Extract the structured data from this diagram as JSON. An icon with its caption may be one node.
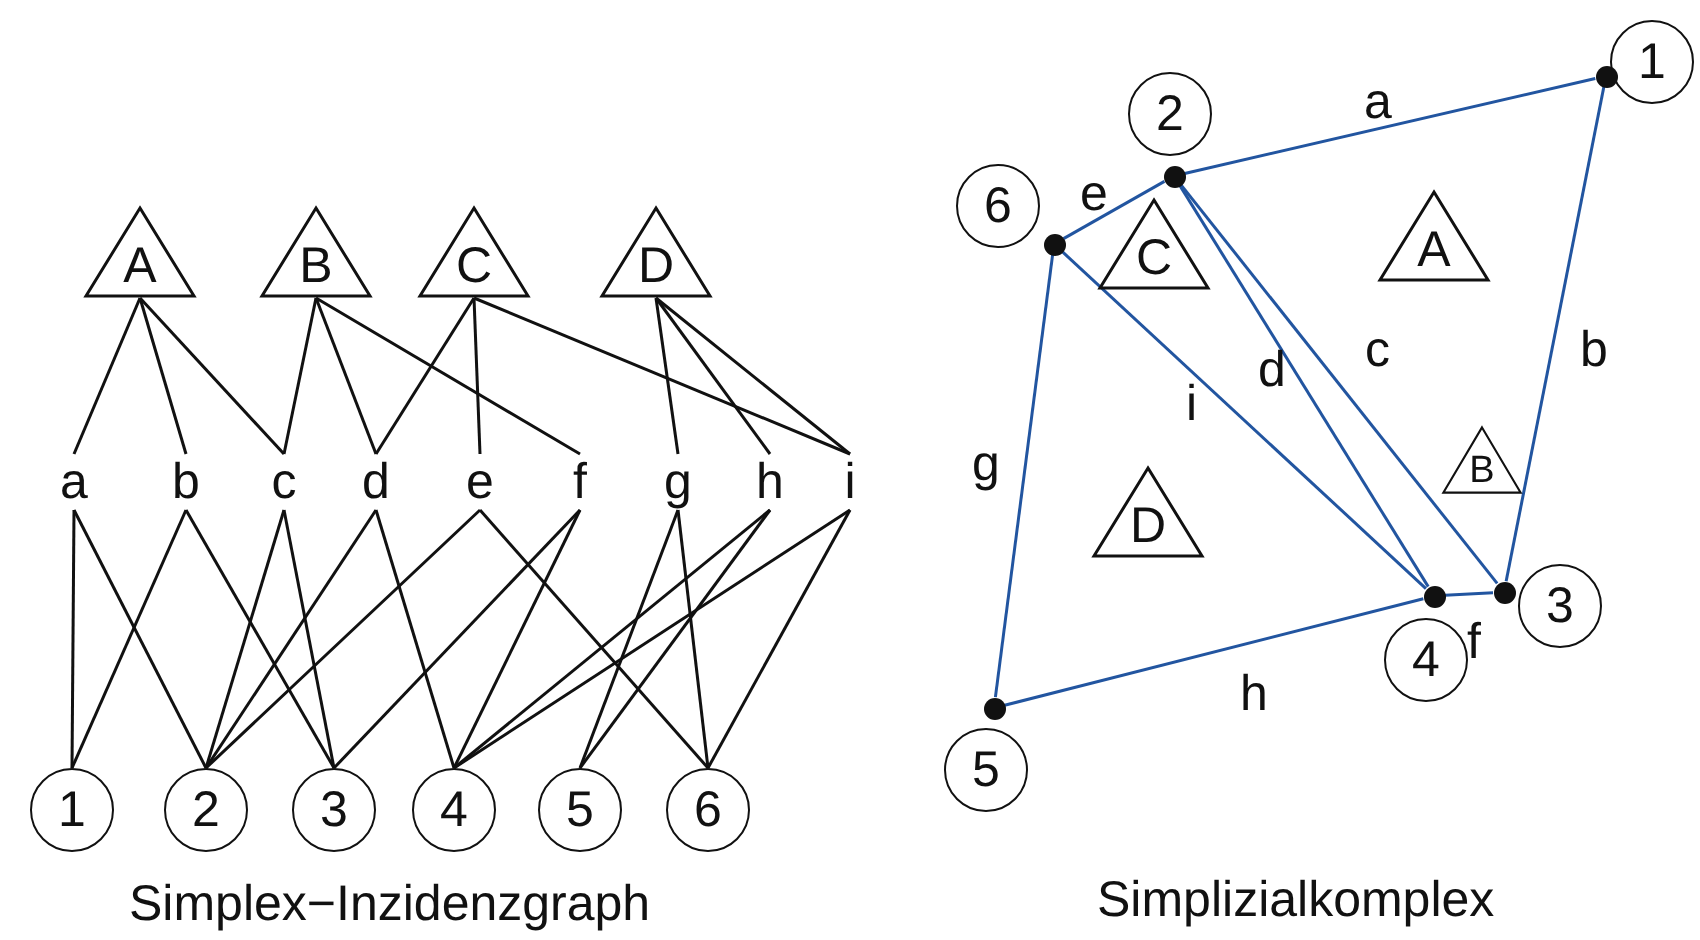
{
  "diagram": {
    "nodes": [
      {
        "text": [
          "A"
        ]
      },
      {
        "text": [
          "B"
        ]
      },
      {
        "text": [
          "C"
        ]
      },
      {
        "text": [
          "D"
        ]
      },
      {
        "text": [
          "a"
        ]
      },
      {
        "text": [
          "b"
        ]
      },
      {
        "text": [
          "c"
        ]
      },
      {
        "text": [
          "d"
        ]
      },
      {
        "text": [
          "e"
        ]
      },
      {
        "text": [
          "f"
        ]
      },
      {
        "text": [
          "g"
        ]
      },
      {
        "text": [
          "h"
        ]
      },
      {
        "text": [
          "i"
        ]
      },
      {
        "text": [
          "1"
        ]
      },
      {
        "text": [
          "2"
        ]
      },
      {
        "text": [
          "3"
        ]
      },
      {
        "text": [
          "4"
        ]
      },
      {
        "text": [
          "5"
        ]
      },
      {
        "text": [
          "6"
        ]
      },
      {
        "text": [
          "1"
        ]
      },
      {
        "text": [
          "2"
        ]
      },
      {
        "text": [
          "3"
        ]
      },
      {
        "text": [
          "4"
        ]
      },
      {
        "text": [
          "5"
        ]
      },
      {
        "text": [
          "6"
        ]
      },
      {
        "text": [],
        "shape": "circle"
      },
      {
        "text": [],
        "shape": "circle"
      },
      {
        "text": [],
        "shape": "circle"
      },
      {
        "text": [],
        "shape": "circle"
      },
      {
        "text": [],
        "shape": "circle"
      },
      {
        "text": [],
        "shape": "circle"
      },
      {
        "text": [
          "A"
        ]
      },
      {
        "text": [
          "B"
        ]
      },
      {
        "text": [
          "C"
        ]
      },
      {
        "text": [
          "D"
        ]
      }
    ],
    "edges": [
      {
        "from": 0,
        "to": 4,
        "arrow": "none"
      },
      {
        "from": 0,
        "to": 5,
        "arrow": "none"
      },
      {
        "from": 0,
        "to": 6,
        "arrow": "none"
      },
      {
        "from": 1,
        "to": 6,
        "arrow": "none"
      },
      {
        "from": 1,
        "to": 7,
        "arrow": "none"
      },
      {
        "from": 1,
        "to": 9,
        "arrow": "none"
      },
      {
        "from": 2,
        "to": 7,
        "arrow": "none"
      },
      {
        "from": 2,
        "to": 8,
        "arrow": "none"
      },
      {
        "from": 2,
        "to": 12,
        "arrow": "none"
      },
      {
        "from": 3,
        "to": 10,
        "arrow": "none"
      },
      {
        "from": 3,
        "to": 11,
        "arrow": "none"
      },
      {
        "from": 3,
        "to": 12,
        "arrow": "none"
      },
      {
        "from": 4,
        "to": 13,
        "arrow": "none"
      },
      {
        "from": 4,
        "to": 14,
        "arrow": "none"
      },
      {
        "from": 5,
        "to": 13,
        "arrow": "none"
      },
      {
        "from": 5,
        "to": 15,
        "arrow": "none"
      },
      {
        "from": 6,
        "to": 14,
        "arrow": "none"
      },
      {
        "from": 6,
        "to": 15,
        "arrow": "none"
      },
      {
        "from": 7,
        "to": 14,
        "arrow": "none"
      },
      {
        "from": 7,
        "to": 16,
        "arrow": "none"
      },
      {
        "from": 8,
        "to": 14,
        "arrow": "none"
      },
      {
        "from": 8,
        "to": 18,
        "arrow": "none"
      },
      {
        "from": 9,
        "to": 15,
        "arrow": "none"
      },
      {
        "from": 9,
        "to": 16,
        "arrow": "none"
      },
      {
        "from": 10,
        "to": 17,
        "arrow": "none"
      },
      {
        "from": 10,
        "to": 18,
        "arrow": "none"
      },
      {
        "from": 11,
        "to": 16,
        "arrow": "none"
      },
      {
        "from": 11,
        "to": 17,
        "arrow": "none"
      },
      {
        "from": 12,
        "to": 16,
        "arrow": "none"
      },
      {
        "from": 12,
        "to": 18,
        "arrow": "none"
      },
      {
        "from": 26,
        "to": 25,
        "arrow": "none",
        "label": "a",
        "color": "#2255a0"
      },
      {
        "from": 25,
        "to": 27,
        "arrow": "none",
        "label": "b",
        "color": "#2255a0"
      },
      {
        "from": 26,
        "to": 27,
        "arrow": "none",
        "label": "c",
        "color": "#2255a0"
      },
      {
        "from": 26,
        "to": 28,
        "arrow": "none",
        "label": "d",
        "color": "#2255a0"
      },
      {
        "from": 30,
        "to": 26,
        "arrow": "none",
        "label": "e",
        "color": "#2255a0"
      },
      {
        "from": 28,
        "to": 27,
        "arrow": "none",
        "label": "f",
        "color": "#2255a0"
      },
      {
        "from": 30,
        "to": 29,
        "arrow": "none",
        "label": "g",
        "color": "#2255a0"
      },
      {
        "from": 29,
        "to": 28,
        "arrow": "none",
        "label": "h",
        "color": "#2255a0"
      },
      {
        "from": 30,
        "to": 28,
        "arrow": "none",
        "label": "i",
        "color": "#2255a0"
      }
    ],
    "labels": [
      "Simplex−Inzidenzgraph",
      "Simplizialkomplex"
    ]
  }
}
